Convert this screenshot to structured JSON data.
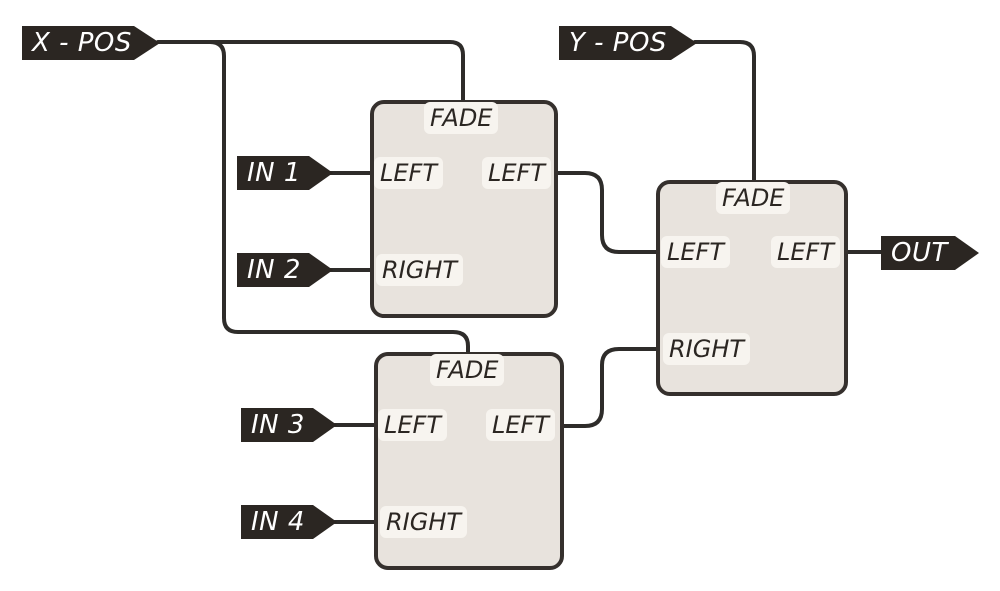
{
  "signals": {
    "x_pos": "X - POS",
    "y_pos": "Y - POS",
    "in1": "IN 1",
    "in2": "IN 2",
    "in3": "IN 3",
    "in4": "IN 4",
    "out": "OUT"
  },
  "fader_top": {
    "fade": "FADE",
    "left_in": "LEFT",
    "right_in": "RIGHT",
    "left_out": "LEFT"
  },
  "fader_bottom": {
    "fade": "FADE",
    "left_in": "LEFT",
    "right_in": "RIGHT",
    "left_out": "LEFT"
  },
  "fader_final": {
    "fade": "FADE",
    "left_in": "LEFT",
    "right_in": "RIGHT",
    "left_out": "LEFT"
  },
  "colors": {
    "tag_fill": "#2b2622",
    "box_fill": "#e8e3dd",
    "box_border": "#35302d",
    "port_fill": "#f7f4ef",
    "wire": "#2e2c2a"
  }
}
